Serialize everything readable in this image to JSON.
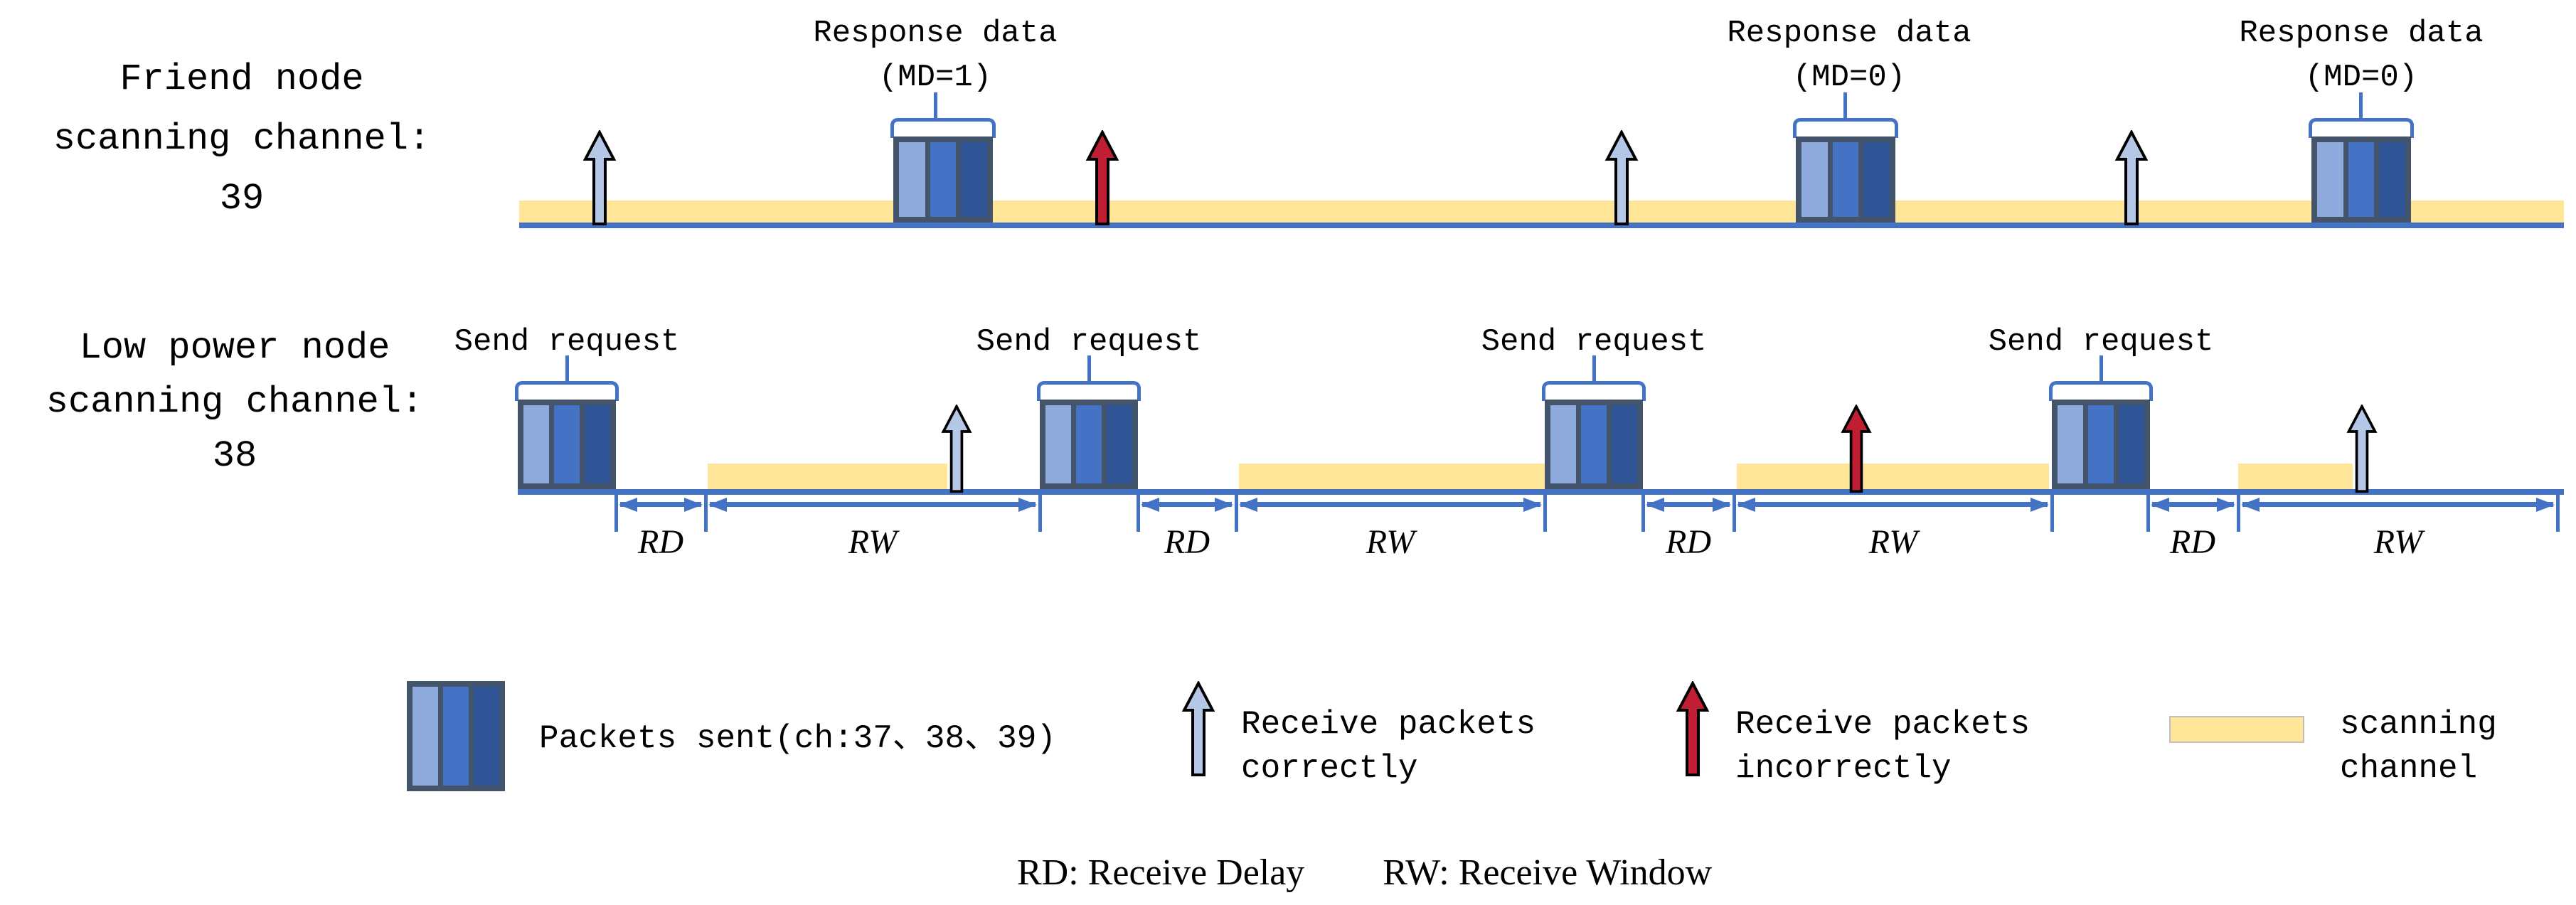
{
  "colors": {
    "packet_stripe_light": "#8faadc",
    "packet_stripe_mid": "#4472c4",
    "packet_stripe_dark": "#2f5597",
    "packet_border": "#44546a",
    "timeline_blue": "#4472c4",
    "scanning_yellow": "#ffe699",
    "arrow_correct_fill": "#b4c7e7",
    "arrow_incorrect_fill": "#bf1e33"
  },
  "friend_row": {
    "label_lines": [
      "Friend node",
      "scanning channel:",
      "39"
    ],
    "responses": [
      {
        "title": "Response data",
        "md": "(MD=1)"
      },
      {
        "title": "Response data",
        "md": "(MD=0)"
      },
      {
        "title": "Response data",
        "md": "(MD=0)"
      }
    ]
  },
  "low_power_row": {
    "label_lines": [
      "Low power node",
      "scanning channel:",
      "38"
    ],
    "send_label": "Send request",
    "rd_label": "RD",
    "rw_label": "RW"
  },
  "legend": {
    "packets_sent_label": "Packets sent(ch:37、38、39)",
    "receive_correct_lines": [
      "Receive packets",
      "correctly"
    ],
    "receive_incorrect_lines": [
      "Receive packets",
      "incorrectly"
    ],
    "scanning_channel_lines": [
      "scanning",
      "channel"
    ]
  },
  "footnote": {
    "rd": "RD: Receive Delay",
    "rw": "RW: Receive Window"
  }
}
